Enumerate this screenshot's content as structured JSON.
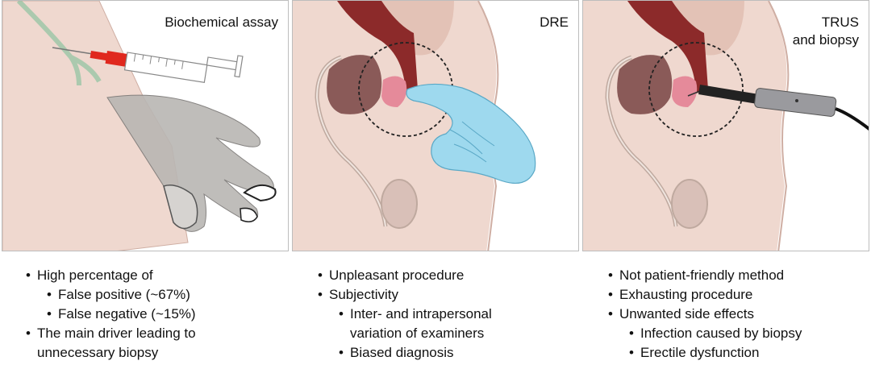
{
  "panels": [
    {
      "title": "Biochemical assay",
      "illustration": "hand-with-syringe",
      "bullets": [
        {
          "level": 0,
          "text": "High percentage of"
        },
        {
          "level": 1,
          "text": "False positive (~67%)"
        },
        {
          "level": 1,
          "text": "False negative (~15%)"
        },
        {
          "level": 0,
          "text": "The main driver leading to"
        },
        {
          "level": 0,
          "cont": true,
          "text": "unnecessary biopsy"
        }
      ]
    },
    {
      "title": "DRE",
      "illustration": "gloved-finger-anatomy",
      "bullets": [
        {
          "level": 0,
          "text": "Unpleasant procedure"
        },
        {
          "level": 0,
          "text": "Subjectivity"
        },
        {
          "level": 1,
          "text": "Inter- and intrapersonal"
        },
        {
          "level": 1,
          "cont": true,
          "text": "variation of examiners"
        },
        {
          "level": 1,
          "text": "Biased diagnosis"
        }
      ]
    },
    {
      "title_lines": [
        "TRUS",
        "and biopsy"
      ],
      "illustration": "ultrasound-probe-anatomy",
      "bullets": [
        {
          "level": 0,
          "text": "Not patient-friendly method"
        },
        {
          "level": 0,
          "text": "Exhausting procedure"
        },
        {
          "level": 0,
          "text": "Unwanted side effects"
        },
        {
          "level": 1,
          "text": "Infection caused by biopsy"
        },
        {
          "level": 1,
          "text": "Erectile dysfunction"
        }
      ]
    }
  ],
  "colors": {
    "skin": "#efd8cf",
    "skin_dark": "#e3c2b6",
    "rectum": "#8c2a2a",
    "prostate": "#8a5a58",
    "prostate_light": "#e58a9a",
    "glove": "#9ed9ee",
    "syringe_red": "#e0281e",
    "hand_gray": "#b9b6b3"
  }
}
